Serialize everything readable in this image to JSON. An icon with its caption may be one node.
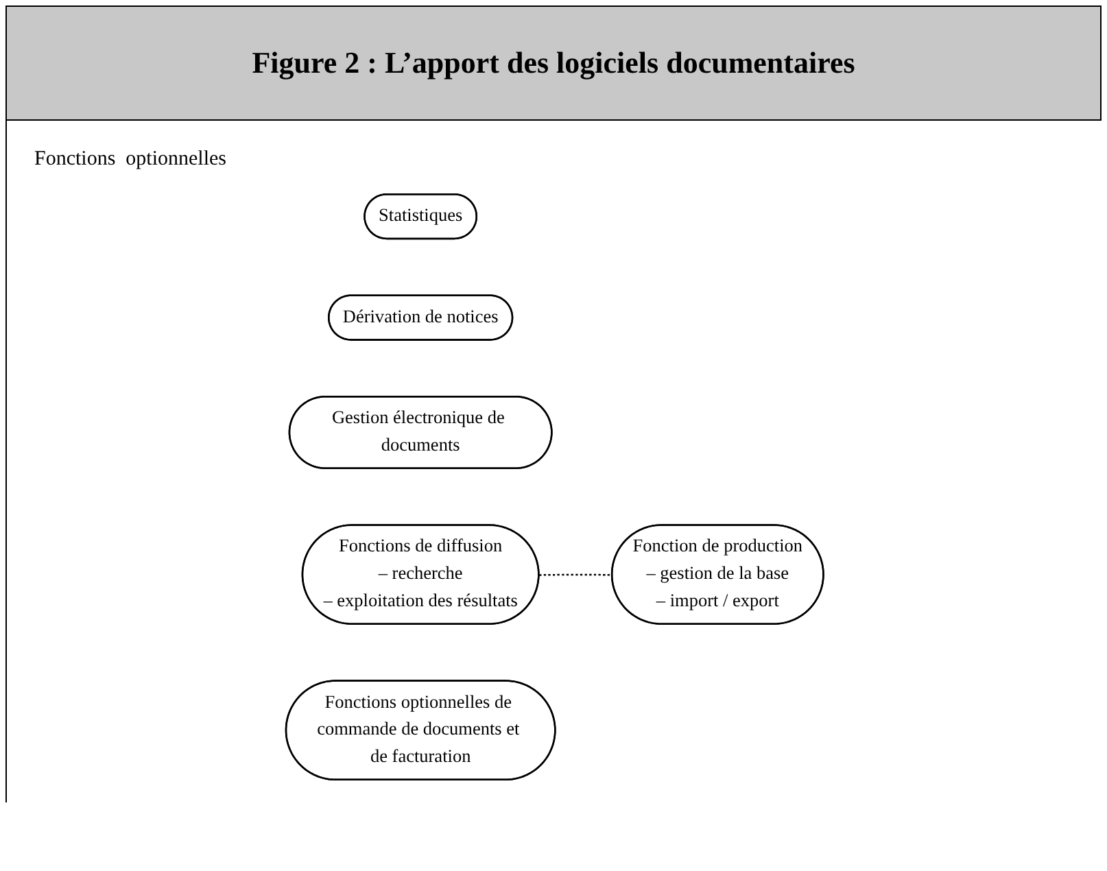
{
  "diagram": {
    "title": "Figure 2 : L’apport des logiciels documentaires",
    "nodes": [
      {
        "text": [
          "Statistiques"
        ]
      },
      {
        "text": [
          "Dérivation de notices"
        ]
      },
      {
        "text": [
          "Gestion électronique de documents"
        ]
      },
      {
        "text": [
          "Fonctions de diffusion",
          "– recherche",
          "– exploitation des résultats"
        ]
      },
      {
        "text": [
          "Fonction de production",
          "– gestion de la base",
          "– import / export"
        ]
      },
      {
        "text": [
          "Fonctions optionnelles de commande de documents et de facturation"
        ]
      }
    ],
    "edges": [
      {
        "from": 3,
        "to": 4,
        "arrow": "none",
        "style": "dashed"
      }
    ],
    "labels": [
      "Fonctions  optionnelles"
    ]
  }
}
